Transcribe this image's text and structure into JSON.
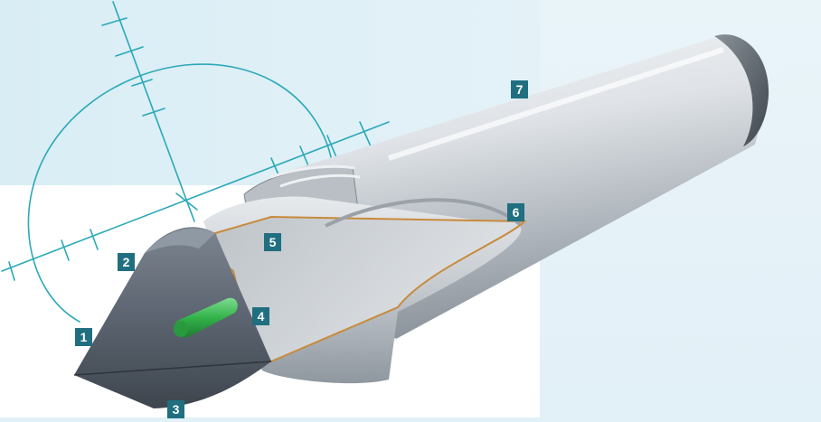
{
  "colors": {
    "background": "#ffffff",
    "panel_light_blue": "#e2f0f7",
    "sketch_line": "#2aa9b8",
    "callout_fill": "#1f6f80",
    "callout_text": "#ffffff",
    "steel": "#c8cdd2",
    "carbide_tip": "#5b6470",
    "insert": "#33b24a",
    "cutaway_edge": "#c88a3c"
  },
  "callouts": [
    {
      "label": "1"
    },
    {
      "label": "2"
    },
    {
      "label": "3"
    },
    {
      "label": "4"
    },
    {
      "label": "5"
    },
    {
      "label": "6"
    },
    {
      "label": "7"
    }
  ]
}
